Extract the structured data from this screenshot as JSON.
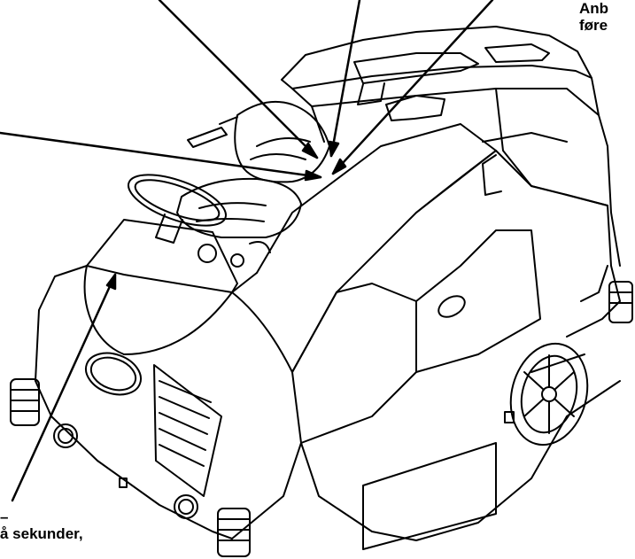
{
  "callouts": {
    "top_right": {
      "line1": "Anb",
      "line2": "føre"
    },
    "bottom_left": {
      "line1": "–",
      "line2": "å sekunder,"
    }
  },
  "colors": {
    "line": "#000000",
    "background": "#ffffff"
  }
}
